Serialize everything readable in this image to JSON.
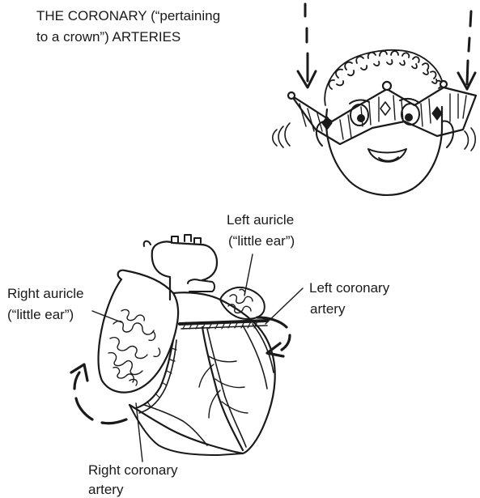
{
  "title": {
    "line1": "THE CORONARY (“pertaining",
    "line2": "to a crown”) ARTERIES"
  },
  "labels": {
    "left_auricle": {
      "line1": "Left auricle",
      "line2": "(“little ear”)"
    },
    "left_coronary_artery": {
      "line1": "Left coronary",
      "line2": "artery"
    },
    "right_auricle": {
      "line1": "Right auricle",
      "line2": "(“little ear”)"
    },
    "right_coronary_artery": {
      "line1": "Right coronary",
      "line2": "artery"
    }
  },
  "colors": {
    "ink": "#1a1a1a",
    "paper": "#ffffff"
  },
  "icons": [
    "crowned-face-illustration",
    "heart-illustration",
    "down-arrow-icon",
    "curved-arrow-icon"
  ]
}
